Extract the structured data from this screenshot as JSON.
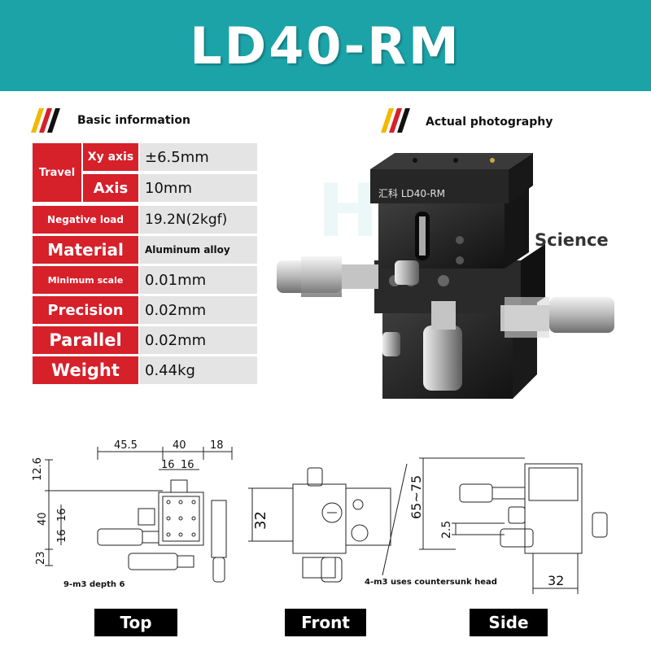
{
  "header": {
    "title": "LD40-RM"
  },
  "sections": {
    "basic": "Basic information",
    "photo": "Actual photography"
  },
  "specs": {
    "travel_label": "Travel",
    "xy_label": "Xy axis",
    "xy_value": "±6.5mm",
    "z_label": "Axis",
    "z_value": "10mm",
    "rows": [
      {
        "label": "Negative load",
        "value": "19.2N(2kgf)"
      },
      {
        "label": "Material",
        "value": "Aluminum alloy"
      },
      {
        "label": "Minimum scale",
        "value": "0.01mm"
      },
      {
        "label": "Precision",
        "value": "0.02mm"
      },
      {
        "label": "Parallel",
        "value": "0.02mm"
      },
      {
        "label": "Weight",
        "value": "0.44kg"
      }
    ]
  },
  "photo": {
    "plate_text": "汇科 LD40-RM",
    "overlay_text": "Science"
  },
  "drawings": {
    "top_dims": [
      "45.5",
      "40",
      "18",
      "16",
      "16",
      "12.6",
      "16",
      "16",
      "40",
      "23"
    ],
    "top_note": "9-m3 depth 6",
    "front_dims": [
      "32"
    ],
    "side_dims": [
      "65~75",
      "2.5",
      "32"
    ],
    "side_note": "4-m3 uses countersunk head"
  },
  "views": [
    "Top",
    "Front",
    "Side"
  ],
  "colors": {
    "banner": "#1ba3a8",
    "label_red": "#d6202a",
    "value_gray": "#e4e4e4"
  }
}
